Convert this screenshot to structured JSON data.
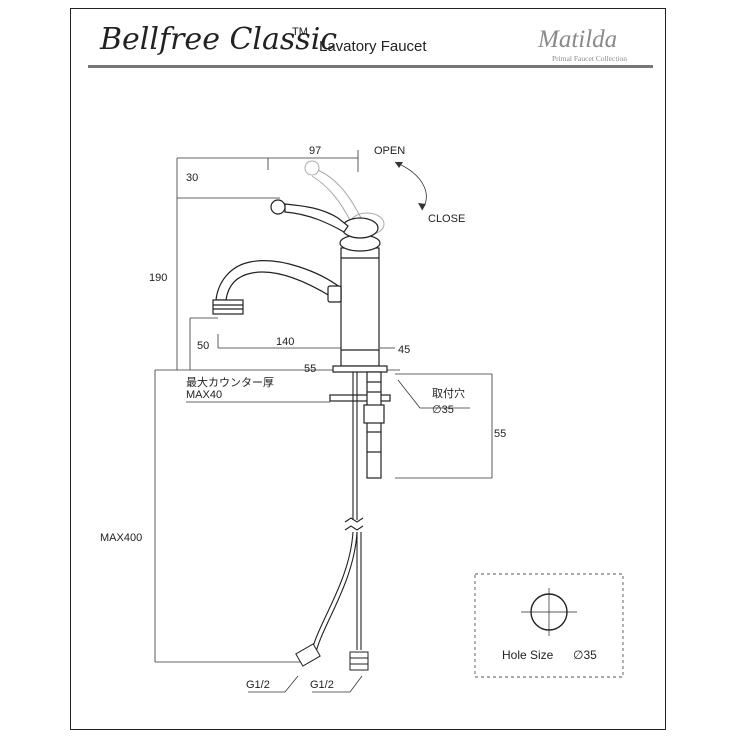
{
  "header": {
    "brand": "Bellfree Classic",
    "trademark": "TM",
    "product": "Lavatory Faucet",
    "logo": {
      "name": "Matilda",
      "tagline": "Primal Faucet Collection"
    }
  },
  "labels": {
    "open": "OPEN",
    "close": "CLOSE",
    "counter_jp": "最大カウンター厚",
    "counter_max": "MAX40",
    "hole_jp": "取付穴",
    "hole_dia": "∅35",
    "g_left": "G1/2",
    "g_right": "G1/2"
  },
  "dimensions": {
    "d97": "97",
    "d30": "30",
    "d190": "190",
    "d140": "140",
    "d50": "50",
    "d45": "45",
    "d55_base": "55",
    "d55_shank": "55",
    "max400": "MAX400"
  },
  "hole_box": {
    "label": "Hole Size",
    "dia": "∅35"
  }
}
